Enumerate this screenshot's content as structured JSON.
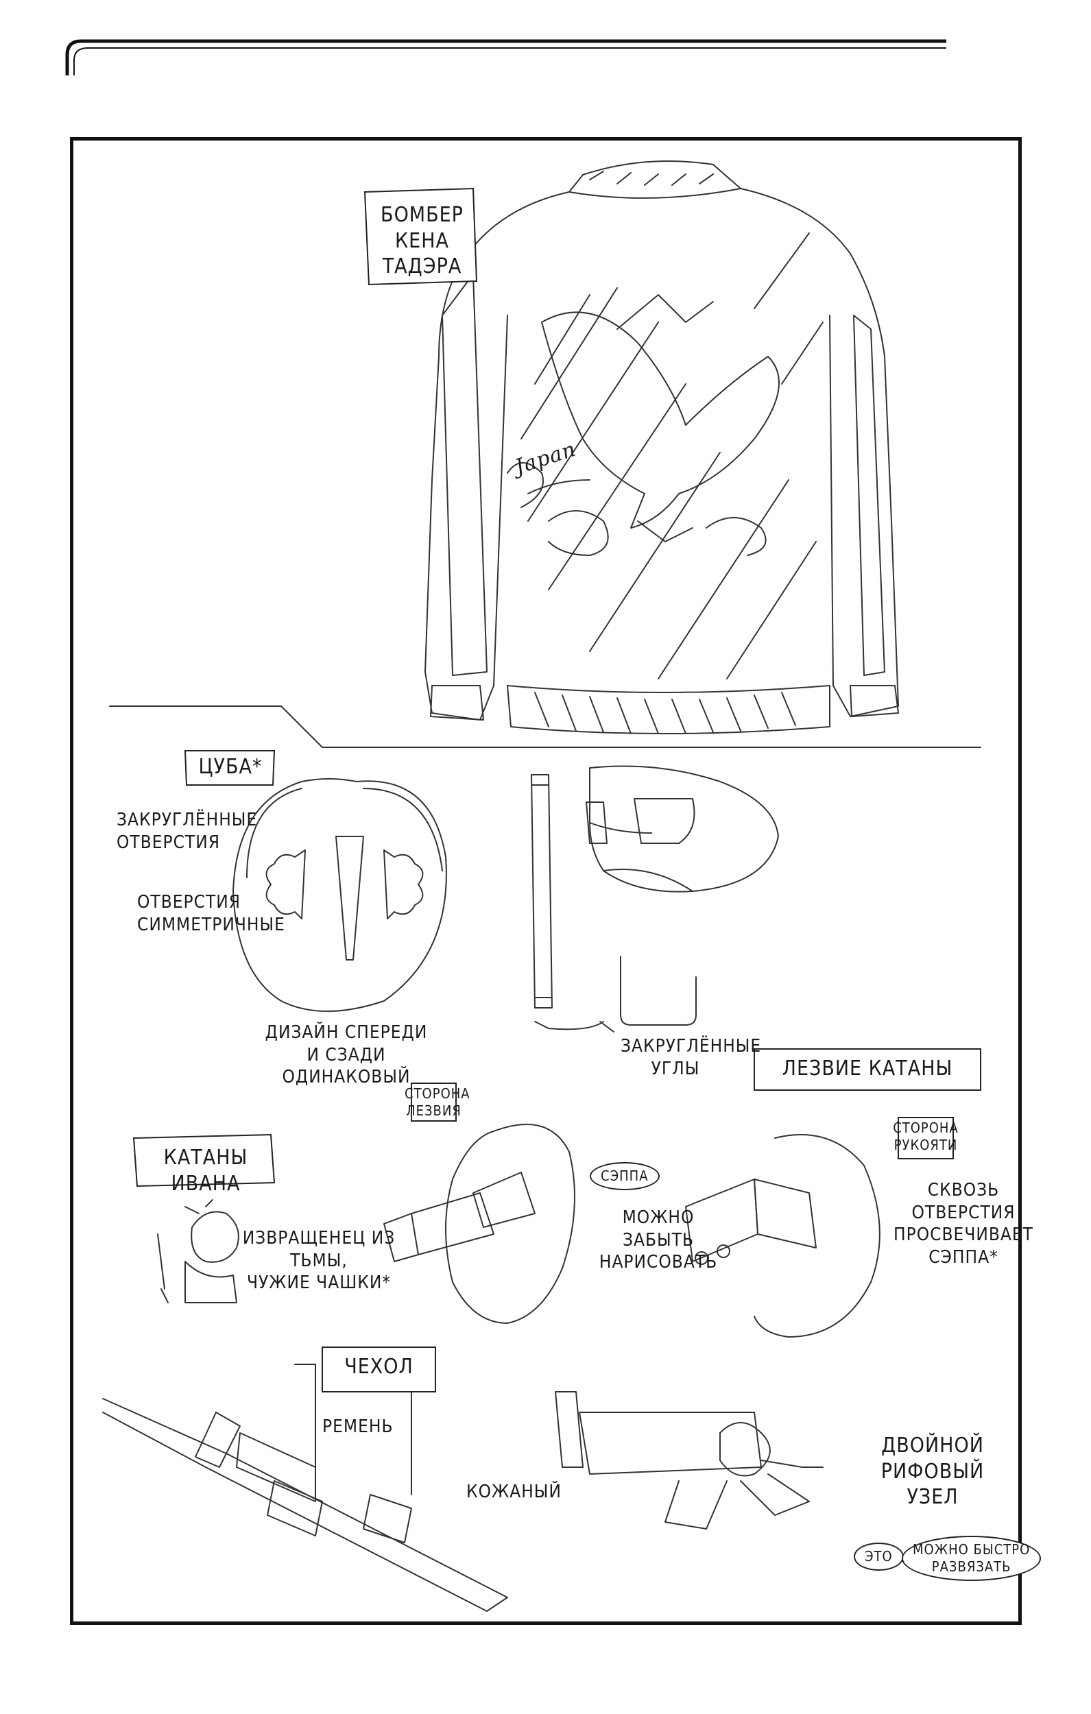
{
  "jacket": {
    "title": "БОМБЕР\nКЕНА ТАДЭРА",
    "embroidery": "Japan"
  },
  "tsuba": {
    "title": "ЦУБА*",
    "note_rounded_holes": "ЗАКРУГЛЁННЫЕ\nОТВЕРСТИЯ",
    "note_symmetric": "ОТВЕРСТИЯ\nСИММЕТРИЧНЫЕ",
    "note_design": "ДИЗАЙН СПЕРЕДИ\nИ СЗАДИ ОДИНАКОВЫЙ",
    "note_corners": "ЗАКРУГЛЁННЫЕ\nУГЛЫ"
  },
  "blade": {
    "title": "ЛЕЗВИЕ КАТАНЫ",
    "side_blade": "СТОРОНА\nЛЕЗВИЯ",
    "side_handle": "СТОРОНА\nРУКОЯТИ",
    "seppa": "СЭППА",
    "forgot": "МОЖНО ЗАБЫТЬ\nНАРИСОВАТЬ",
    "through_hole": "СКВОЗЬ ОТВЕРСТИЯ\nПРОСВЕЧИВАЕТ СЭППА*"
  },
  "ivan": {
    "title": "КАТАНЫ ИВАНА",
    "quote": "ИЗВРАЩЕНЕЦ ИЗ ТЬМЫ,\nЧУЖИЕ ЧАШКИ*"
  },
  "sheath": {
    "title": "ЧЕХОЛ",
    "belt": "РЕМЕНЬ",
    "leather": "КОЖАНЫЙ",
    "knot": "ДВОЙНОЙ\nРИФОВЫЙ УЗЕЛ",
    "this": "ЭТО",
    "quick": "МОЖНО БЫСТРО\nРАЗВЯЗАТЬ"
  }
}
